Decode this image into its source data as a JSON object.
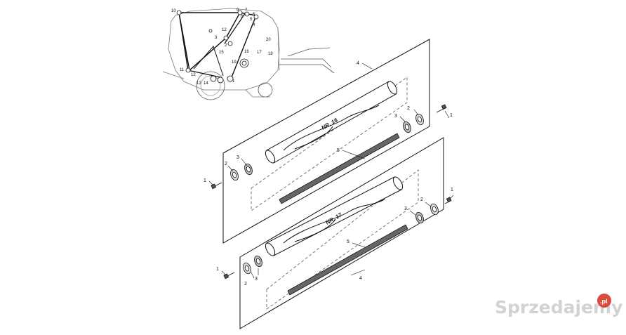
{
  "diagram": {
    "background": "#ffffff",
    "line_color": "#111111",
    "assemblies": [
      {
        "roll_label": "NR. 16",
        "callouts": {
          "part_1": "1",
          "part_2": "2",
          "part_3": "3",
          "part_4": "4",
          "part_5": "5"
        }
      },
      {
        "roll_label": "NR. 17",
        "callouts": {
          "part_1": "1",
          "part_2": "2",
          "part_3": "3",
          "part_4": "4",
          "part_5": "5"
        }
      }
    ],
    "baler_reference": {
      "numbers": [
        "10",
        "9",
        "8",
        "7",
        "6",
        "5",
        "4",
        "12",
        "3",
        "20",
        "2",
        "15",
        "16",
        "17",
        "18",
        "19",
        "11",
        "12",
        "13",
        "14",
        "1"
      ]
    }
  },
  "watermark": {
    "text": "Sprzedajemy",
    "badge": ".pl",
    "badge_color": "#d94c3d"
  }
}
